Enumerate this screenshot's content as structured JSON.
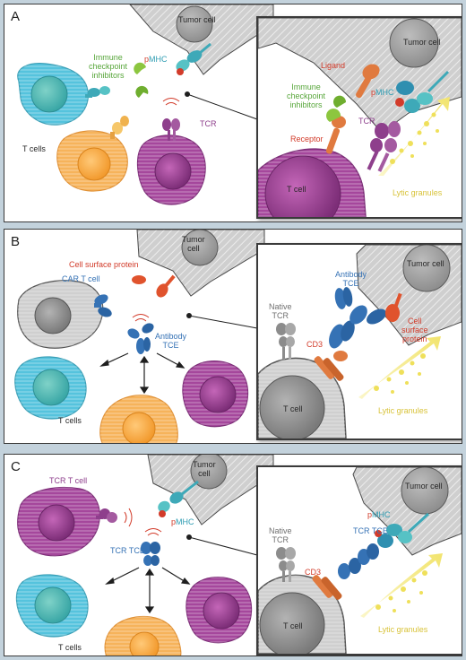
{
  "panel_a": {
    "letter": "A",
    "main": {
      "tumor_cell": "Tumor cell",
      "immune_checkpoint_inhibitors": [
        "Immune",
        "checkpoint",
        "inhibitors"
      ],
      "pmhc_p": "p",
      "pmhc_mhc": "MHC",
      "tcr": "TCR",
      "t_cells": "T cells"
    },
    "inset": {
      "tumor_cell": "Tumor cell",
      "ligand": "Ligand",
      "immune_checkpoint_inhibitors": [
        "Immune",
        "checkpoint",
        "inhibitors"
      ],
      "pmhc_p": "p",
      "pmhc_mhc": "MHC",
      "tcr": "TCR",
      "receptor": "Receptor",
      "t_cell": "T cell",
      "lytic_granules": "Lytic granules"
    }
  },
  "panel_b": {
    "letter": "B",
    "main": {
      "tumor_cell": [
        "Tumor",
        "cell"
      ],
      "cell_surface_protein": "Cell surface protein",
      "car_t_cell": "CAR T cell",
      "antibody_tce": [
        "Antibody",
        "TCE"
      ],
      "t_cells": "T cells"
    },
    "inset": {
      "tumor_cell": "Tumor cell",
      "native_tcr": [
        "Native",
        "TCR"
      ],
      "antibody_tce": [
        "Antibody",
        "TCE"
      ],
      "cd3": "CD3",
      "cell_surface_protein": [
        "Cell",
        "surface",
        "protein"
      ],
      "t_cell": "T cell",
      "lytic_granules": "Lytic granules"
    }
  },
  "panel_c": {
    "letter": "C",
    "main": {
      "tumor_cell": [
        "Tumor",
        "cell"
      ],
      "tcr_t_cell": "TCR T cell",
      "pmhc_p": "p",
      "pmhc_mhc": "MHC",
      "tcr_tce": "TCR TCE",
      "t_cells": "T cells"
    },
    "inset": {
      "tumor_cell": "Tumor cell",
      "native_tcr": [
        "Native",
        "TCR"
      ],
      "pmhc_p": "p",
      "pmhc_mhc": "MHC",
      "tcr_tce": "TCR TCE",
      "cd3": "CD3",
      "t_cell": "T cell",
      "lytic_granules": "Lytic granules"
    }
  },
  "colors": {
    "background": "#c3d2dc",
    "tumor_gray": "#cfcfcf",
    "tcell_blue": "#55c3dd",
    "tcell_orange": "#f6b35b",
    "tcell_purple": "#a5479c",
    "tcr_purple": "#8e3f8c",
    "antibody_blue": "#3572b5",
    "cd3_orange": "#e07a3f",
    "checkpoint_green": "#8cc63f",
    "pmhc_teal": "#3ea9b8",
    "granules_yellow": "#f0e26b"
  }
}
